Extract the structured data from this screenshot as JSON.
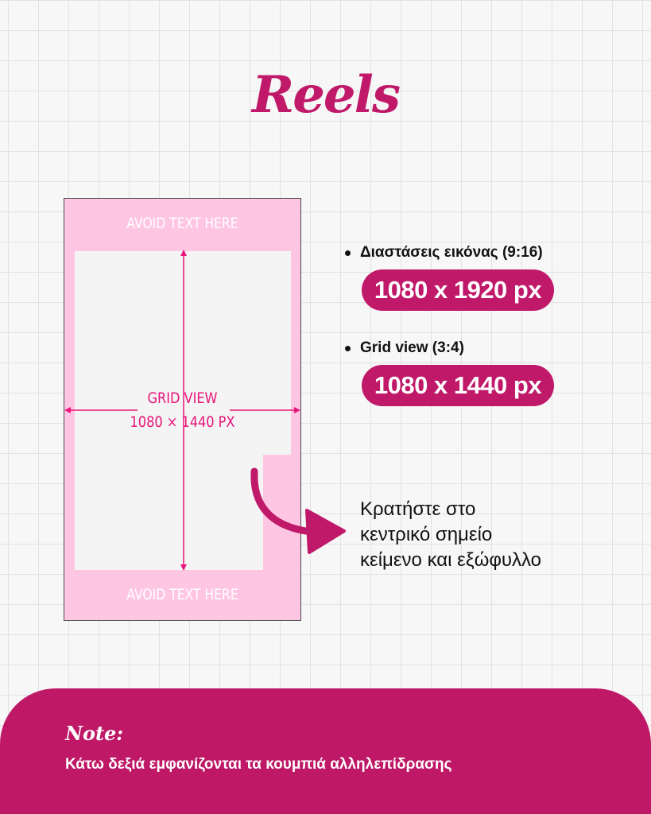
{
  "title": "Reels",
  "mockup": {
    "avoid_top": "AVOID TEXT HERE",
    "avoid_bottom": "AVOID TEXT HERE",
    "grid_label_line1": "GRID VIEW",
    "grid_label_line2": "1080 × 1440 PX"
  },
  "specs": [
    {
      "label": "Διαστάσεις εικόνας (9:16)",
      "value": "1080 x 1920 px"
    },
    {
      "label": "Grid view (3:4)",
      "value": "1080 x 1440 px"
    }
  ],
  "tip": {
    "line1": "Κρατήστε στο",
    "line2": "κεντρικό σημείο",
    "line3": "κείμενο και εξώφυλλο"
  },
  "note": {
    "title": "Note:",
    "text": "Κάτω δεξιά εμφανίζονται τα κουμπιά αλληλεπίδρασης"
  },
  "colors": {
    "accent": "#c0196a",
    "safe_zone_pink": "#ffc6e4",
    "grid_area": "#f5f5f5",
    "guide_pink": "#e8157a",
    "footer": "#be1866"
  },
  "icons": {
    "curved_arrow": "curved-arrow-icon"
  }
}
